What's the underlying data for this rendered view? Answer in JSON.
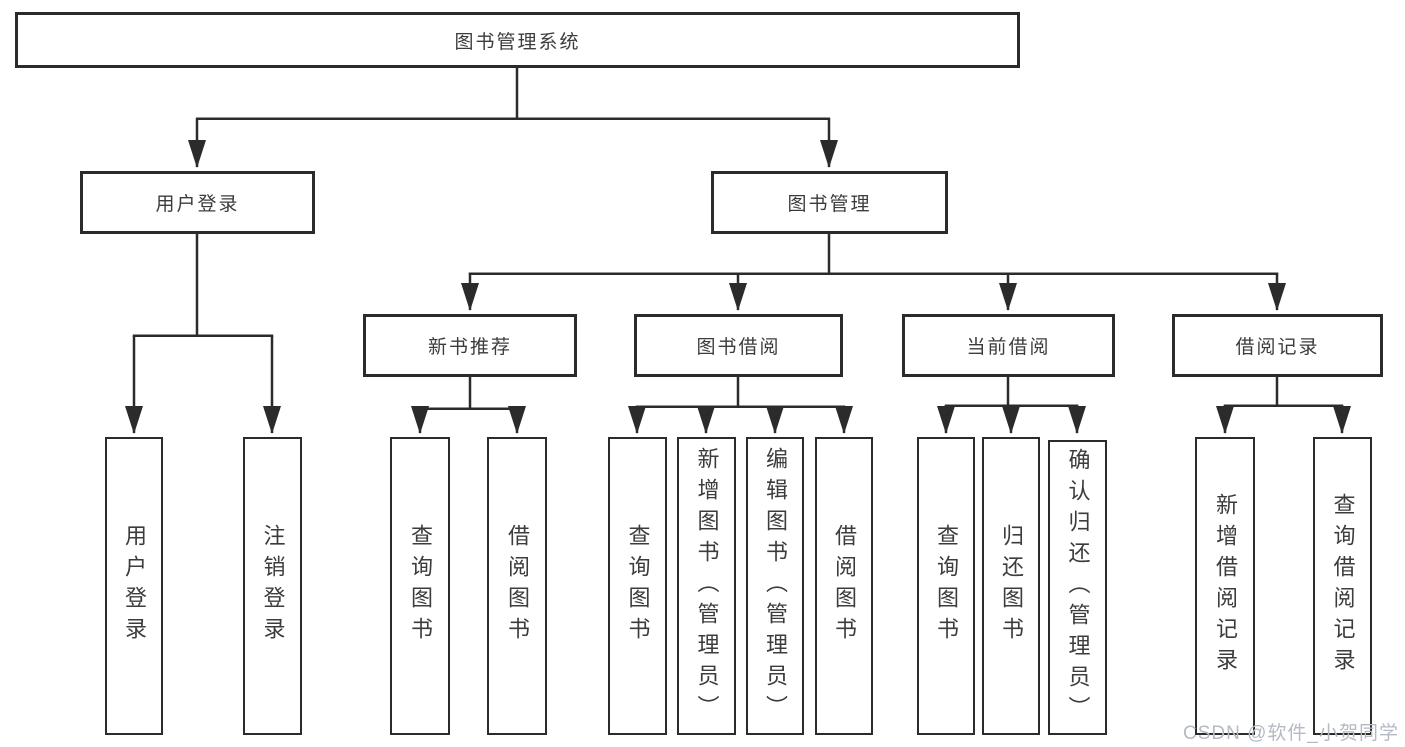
{
  "diagram": {
    "root": {
      "label": "图书管理系统"
    },
    "branches": [
      {
        "label": "用户登录",
        "children": [
          {
            "label": "用户登录"
          },
          {
            "label": "注销登录"
          }
        ]
      },
      {
        "label": "图书管理",
        "children": [
          {
            "label": "新书推荐",
            "children": [
              {
                "label": "查询图书"
              },
              {
                "label": "借阅图书"
              }
            ]
          },
          {
            "label": "图书借阅",
            "children": [
              {
                "label": "查询图书"
              },
              {
                "label": "新增图书（管理员）"
              },
              {
                "label": "编辑图书（管理员）"
              },
              {
                "label": "借阅图书"
              }
            ]
          },
          {
            "label": "当前借阅",
            "children": [
              {
                "label": "查询图书"
              },
              {
                "label": "归还图书"
              },
              {
                "label": "确认归还（管理员）"
              }
            ]
          },
          {
            "label": "借阅记录",
            "children": [
              {
                "label": "新增借阅记录"
              },
              {
                "label": "查询借阅记录"
              }
            ]
          }
        ]
      }
    ]
  },
  "watermark": {
    "text": "CSDN @软件_小贺同学"
  },
  "colors": {
    "line": "#2b2b2b",
    "box_border": "#2b2b2b",
    "text": "#3c3c3c",
    "watermark": "#b3bac4",
    "background": "#ffffff"
  }
}
